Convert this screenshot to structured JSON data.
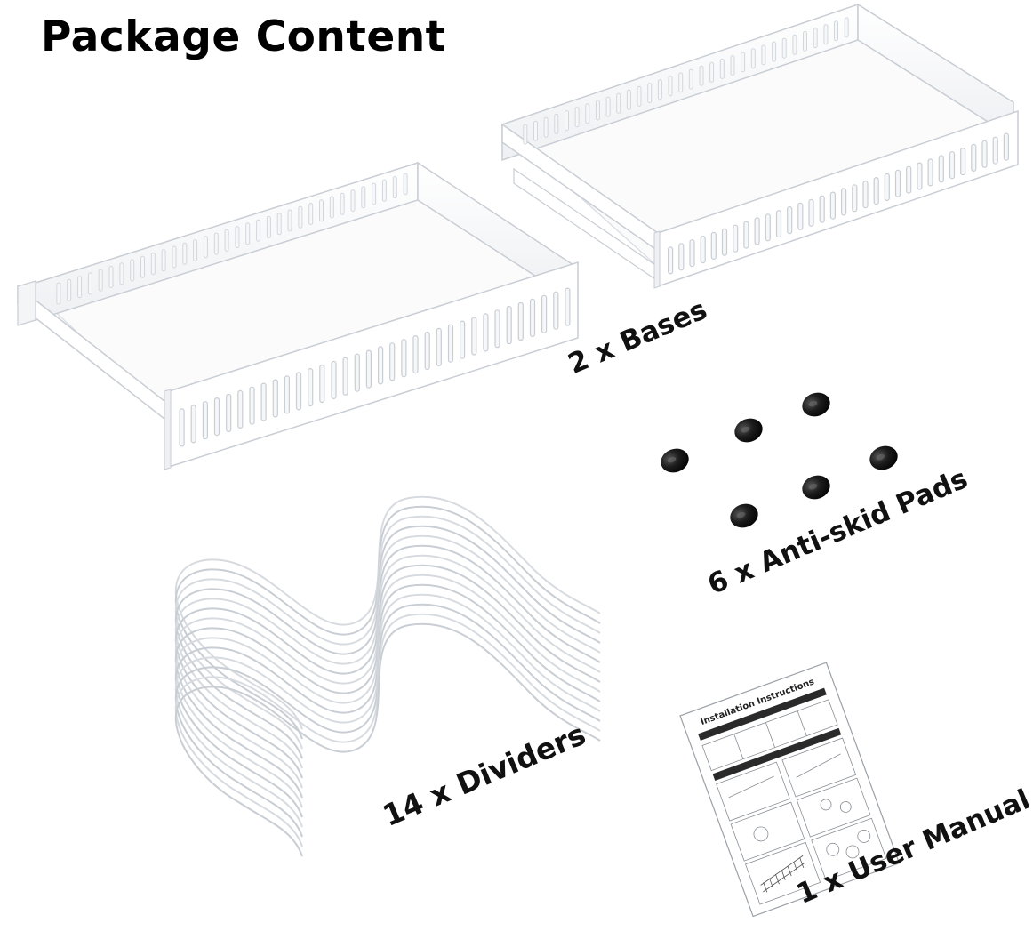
{
  "title": "Package Content",
  "items": [
    {
      "label": "2 x Bases"
    },
    {
      "label": "6 x Anti-skid Pads"
    },
    {
      "label": "14 x Dividers"
    },
    {
      "label": "1 x User Manual"
    }
  ],
  "manual": {
    "heading": "Installation Instructions"
  },
  "colors": {
    "product": "#ffffff",
    "outline": "#c9ced4",
    "pads": "#151515",
    "text": "#000000"
  }
}
